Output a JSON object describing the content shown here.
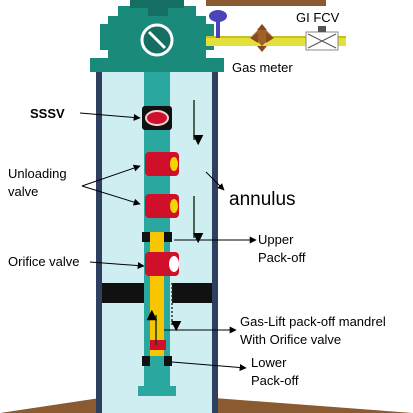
{
  "labels": {
    "gi_fcv": "GI FCV",
    "gas_meter": "Gas meter",
    "sssv": "SSSV",
    "unloading_valve_1": "Unloading",
    "unloading_valve_2": "valve",
    "annulus": "annulus",
    "upper_packoff_1": "Upper",
    "upper_packoff_2": "Pack-off",
    "orifice_valve": "Orifice valve",
    "mandrel_1": "Gas-Lift pack-off mandrel",
    "mandrel_2": "With Orifice valve",
    "lower_packoff_1": "Lower",
    "lower_packoff_2": "Pack-off"
  },
  "colors": {
    "wellhead": "#1a8a7a",
    "wellhead_dark": "#146e62",
    "casing_fill": "#cfeef2",
    "casing_wall": "#2f3f5f",
    "tubing": "#2aa8a0",
    "valve_red": "#d0102a",
    "valve_yellow": "#f2d600",
    "gas_line": "#e3e03a",
    "gas_meter": "#a0602a",
    "packer": "#111111",
    "ground": "#8a5a30",
    "gauge_purple": "#4a44b8",
    "mandrel_yellow": "#f7c600"
  },
  "icons": {
    "wellhead": "wellhead-icon",
    "gas_meter": "gas-meter-icon",
    "gi_fcv": "valve-icon"
  }
}
